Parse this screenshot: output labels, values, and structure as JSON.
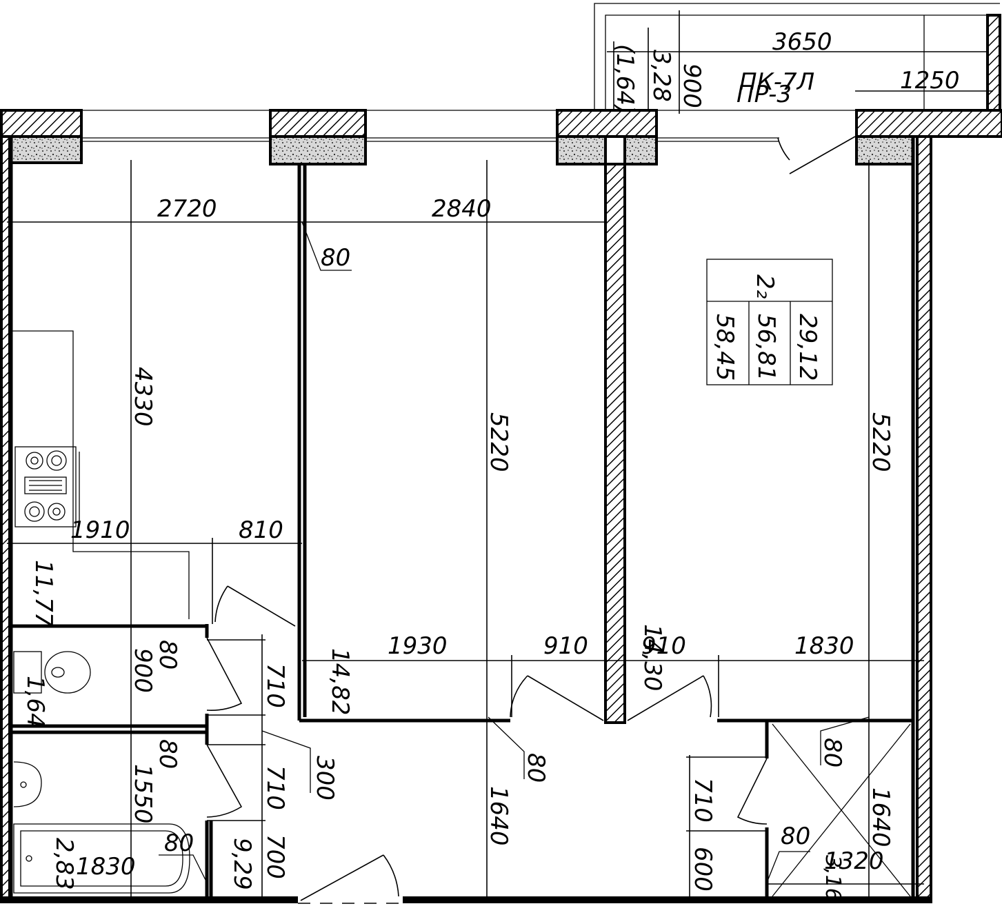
{
  "balcony": {
    "length": "3650",
    "width": "900",
    "depth": "1250",
    "area_1": "3,28",
    "area_2": "(1,64)",
    "label_1": "ПК-7Л",
    "label_2": "ПР-3"
  },
  "apartment_table": {
    "rooms": "2₂",
    "total_area": "58,45",
    "living_area_total": "56,81",
    "living_area": "29,12"
  },
  "dimensions": {
    "kitchen_width": "2720",
    "bedroom_width": "2840",
    "wall_80": "80",
    "kitchen_length": "4330",
    "bedroom_length": "5220",
    "living_length": "5220",
    "kitchen_sub_1910": "1910",
    "kitchen_sub_810": "810",
    "corr_1930": "1930",
    "corr_910_a": "910",
    "corr_910_b": "910",
    "corr_1830_right": "1830",
    "wc_900": "900",
    "wc_80_top": "80",
    "wc_710": "710",
    "bath_80": "80",
    "bath_1550": "1550",
    "bath_710": "710",
    "bath_300": "300",
    "bath_80_low": "80",
    "bath_700": "700",
    "bath_1830": "1830",
    "hall_1640": "1640",
    "hall_80": "80",
    "closet_710": "710",
    "closet_600": "600",
    "closet_80_top": "80",
    "closet_80_low": "80",
    "closet_1320": "1320",
    "closet_1640": "1640",
    "closet_316": "3,16"
  },
  "room_areas": {
    "kitchen": "11,77",
    "bedroom": "14,82",
    "living": "14,30",
    "wc": "1,64",
    "bath": "2,83",
    "hall": "9,29"
  }
}
